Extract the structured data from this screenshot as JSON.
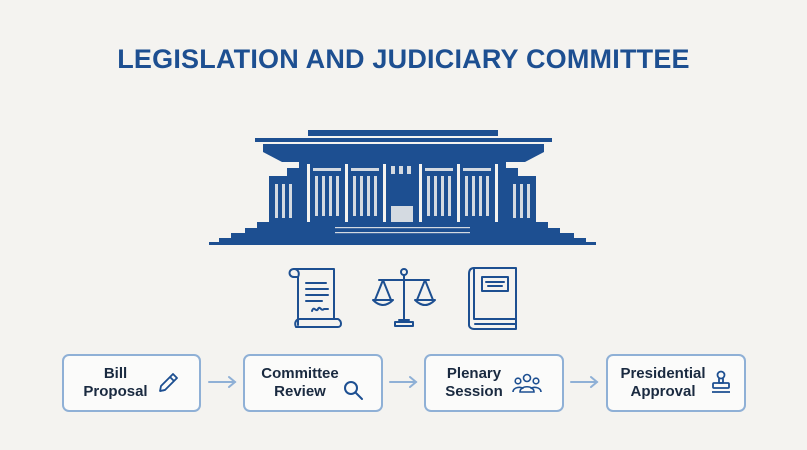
{
  "title": "LEGISLATION AND JUDICIARY COMMITTEE",
  "colors": {
    "primary": "#1d4f91",
    "box_border": "#8fb0d6",
    "text": "#1a2a40",
    "background": "#f4f3f0"
  },
  "icons": [
    "parliament-building-icon",
    "document-scroll-icon",
    "scales-of-justice-icon",
    "law-book-icon"
  ],
  "steps": [
    {
      "line1": "Bill",
      "line2": "Proposal",
      "icon": "pencil-icon"
    },
    {
      "line1": "Committee",
      "line2": "Review",
      "icon": "magnifier-icon"
    },
    {
      "line1": "Plenary",
      "line2": "Session",
      "icon": "people-group-icon"
    },
    {
      "line1": "Presidential",
      "line2": "Approval",
      "icon": "stamp-icon"
    }
  ]
}
